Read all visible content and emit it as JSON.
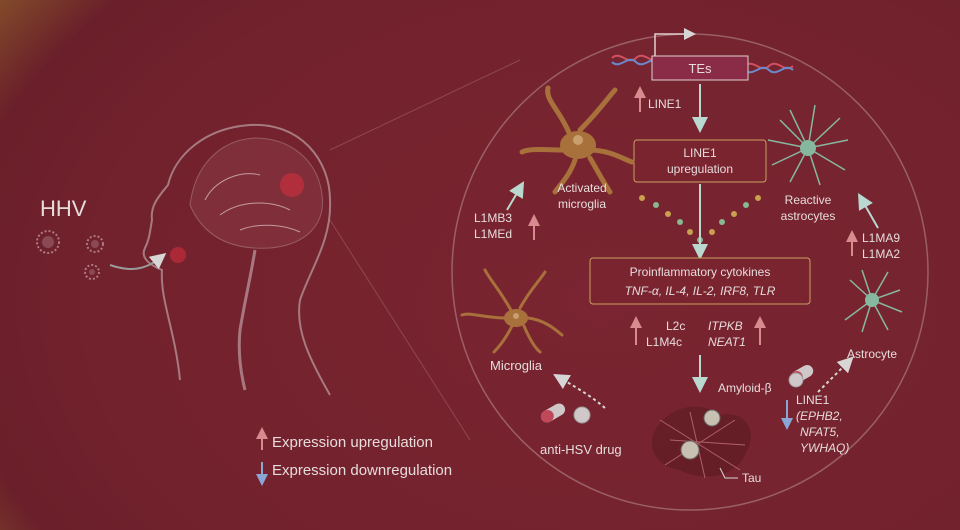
{
  "labels": {
    "hhv": "HHV",
    "tes": "TEs",
    "line1_top": "LINE1",
    "line1_box": [
      "LINE1",
      "upregulation"
    ],
    "activated_microglia": [
      "Activated",
      "microglia"
    ],
    "l1mb3": "L1MB3",
    "l1med": "L1MEd",
    "reactive_astrocytes": [
      "Reactive",
      "astrocytes"
    ],
    "l1ma9": "L1MA9",
    "l1ma2": "L1MA2",
    "cytokines_title": "Proinflammatory cytokines",
    "cytokines_list": "TNF-α, IL-4, IL-2,  IRF8, TLR",
    "l2c": "L2c",
    "l1m4c": "L1M4c",
    "itpkb": "ITPKB",
    "neat1": "NEAT1",
    "microglia": "Microglia",
    "astrocyte": "Astrocyte",
    "amyloid": "Amyloid-β",
    "tau": "Tau",
    "anti_hsv": "anti-HSV drug",
    "line1_down": [
      "LINE1",
      "(EPHB2,",
      "NFAT5,",
      "YWHAQ)"
    ]
  },
  "legend": {
    "up": "Expression upregulation",
    "down": "Expression downregulation"
  },
  "colors": {
    "up_arrow": "#d88b8e",
    "down_arrow": "#8aa6d6",
    "flow_arrow": "#b8d8d0",
    "cell_brown": "#a8703a",
    "cell_green": "#86b8a0",
    "box_border": "#c8a060"
  }
}
